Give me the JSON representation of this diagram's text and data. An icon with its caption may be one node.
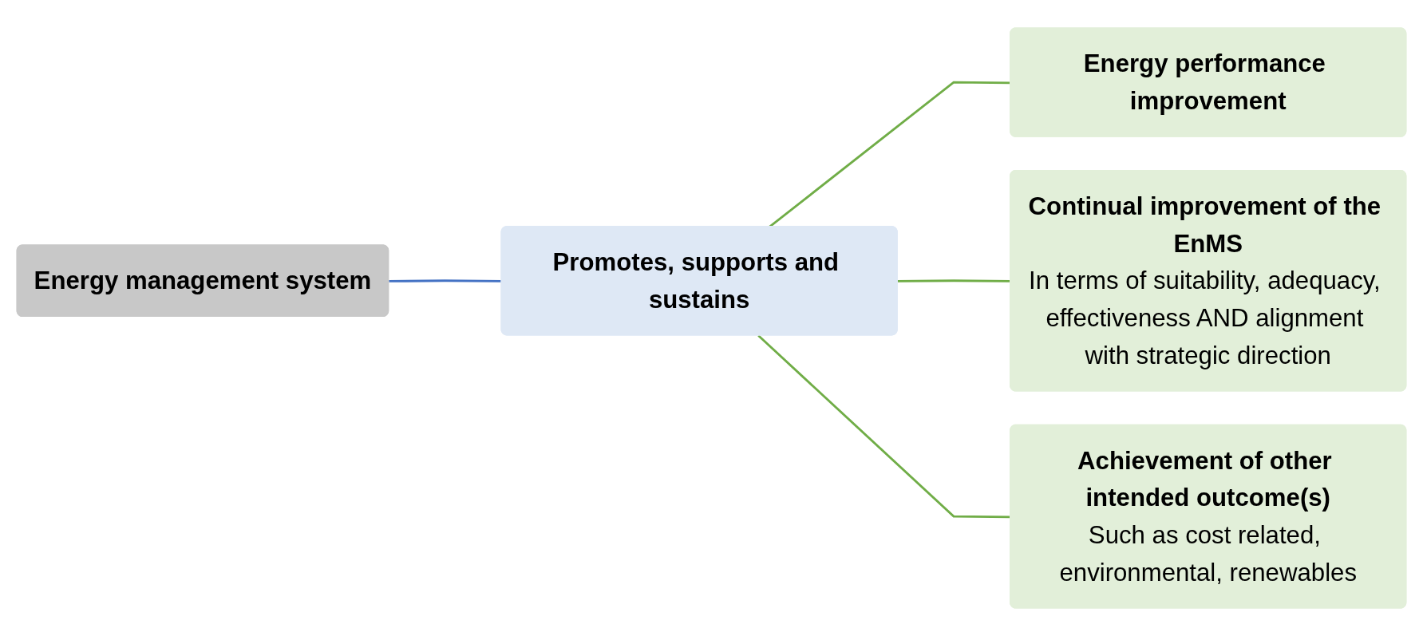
{
  "diagram": {
    "nodes": [
      {
        "text": [
          "Energy management system"
        ]
      },
      {
        "text": [
          "Promotes, supports and sustains"
        ]
      },
      {
        "text": [
          "Energy performance improvement"
        ]
      },
      {
        "text": [
          "Continual improvement of the EnMS",
          "In terms of suitability, adequacy, effectiveness AND alignment with strategic direction"
        ]
      },
      {
        "text": [
          "Achievement of other intended outcome(s)",
          "Such as cost related, environmental, renewables"
        ]
      }
    ],
    "edges": [
      {
        "from": 0,
        "to": 1,
        "arrow": "none",
        "color": "#4472c4"
      },
      {
        "from": 1,
        "to": 2,
        "arrow": "none"
      },
      {
        "from": 1,
        "to": 3,
        "arrow": "none"
      },
      {
        "from": 1,
        "to": 4,
        "arrow": "none"
      }
    ]
  }
}
